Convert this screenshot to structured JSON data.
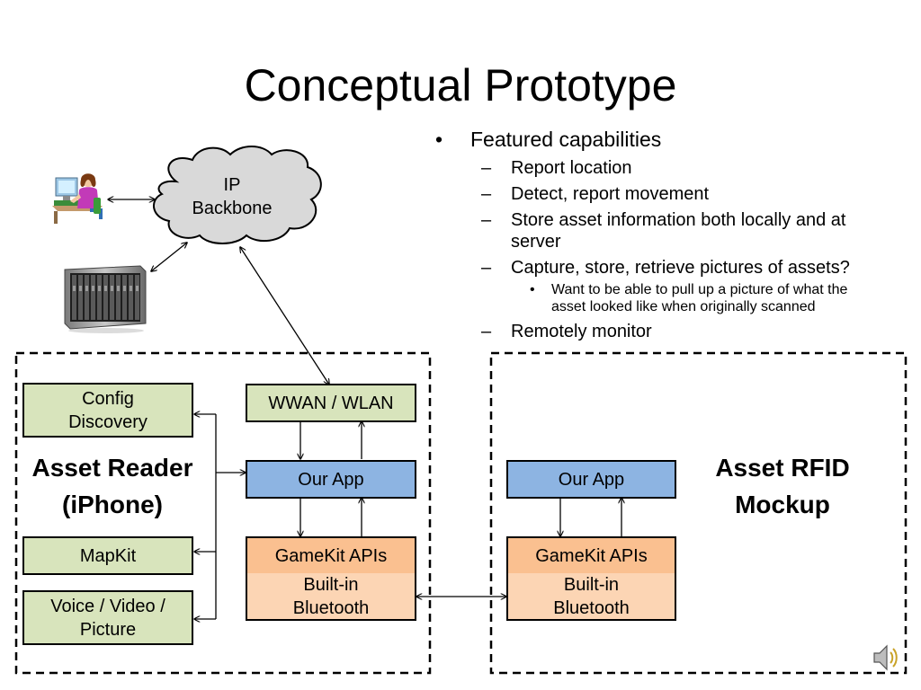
{
  "slide": {
    "title": "Conceptual Prototype"
  },
  "bullets": {
    "heading": "Featured capabilities",
    "items": [
      "Report location",
      "Detect, report movement",
      "Store asset information both locally and at",
      "server",
      "Capture, store, retrieve pictures of assets?",
      "Remotely monitor"
    ],
    "sub_item_lines": [
      "Want to be able to pull up a picture of what the",
      "asset looked like when originally scanned"
    ],
    "markers": {
      "level1": "•",
      "level2": "–",
      "level3": "•"
    }
  },
  "cloud": {
    "label_lines": [
      "IP",
      "Backbone"
    ]
  },
  "reader": {
    "label_lines": [
      "Asset Reader",
      "(iPhone)"
    ],
    "config_lines": [
      "Config",
      "Discovery"
    ],
    "mapkit": "MapKit",
    "voice_lines": [
      "Voice / Video /",
      "Picture"
    ],
    "wwan": "WWAN / WLAN",
    "app": "Our App",
    "gamekit": "GameKit APIs",
    "bluetooth_lines": [
      "Built-in",
      "Bluetooth"
    ]
  },
  "mockup": {
    "label_lines": [
      "Asset RFID",
      "Mockup"
    ],
    "app": "Our App",
    "gamekit": "GameKit APIs",
    "bluetooth_lines": [
      "Built-in",
      "Bluetooth"
    ]
  },
  "icons": [
    "user-at-computer-icon",
    "server-rack-icon",
    "speaker-icon"
  ],
  "colors": {
    "green_box": "#d8e4bc",
    "blue_box": "#8db4e2",
    "orange_box": "#fac090",
    "peach_box": "#fcd5b4",
    "cloud_fill": "#d9d9d9"
  }
}
